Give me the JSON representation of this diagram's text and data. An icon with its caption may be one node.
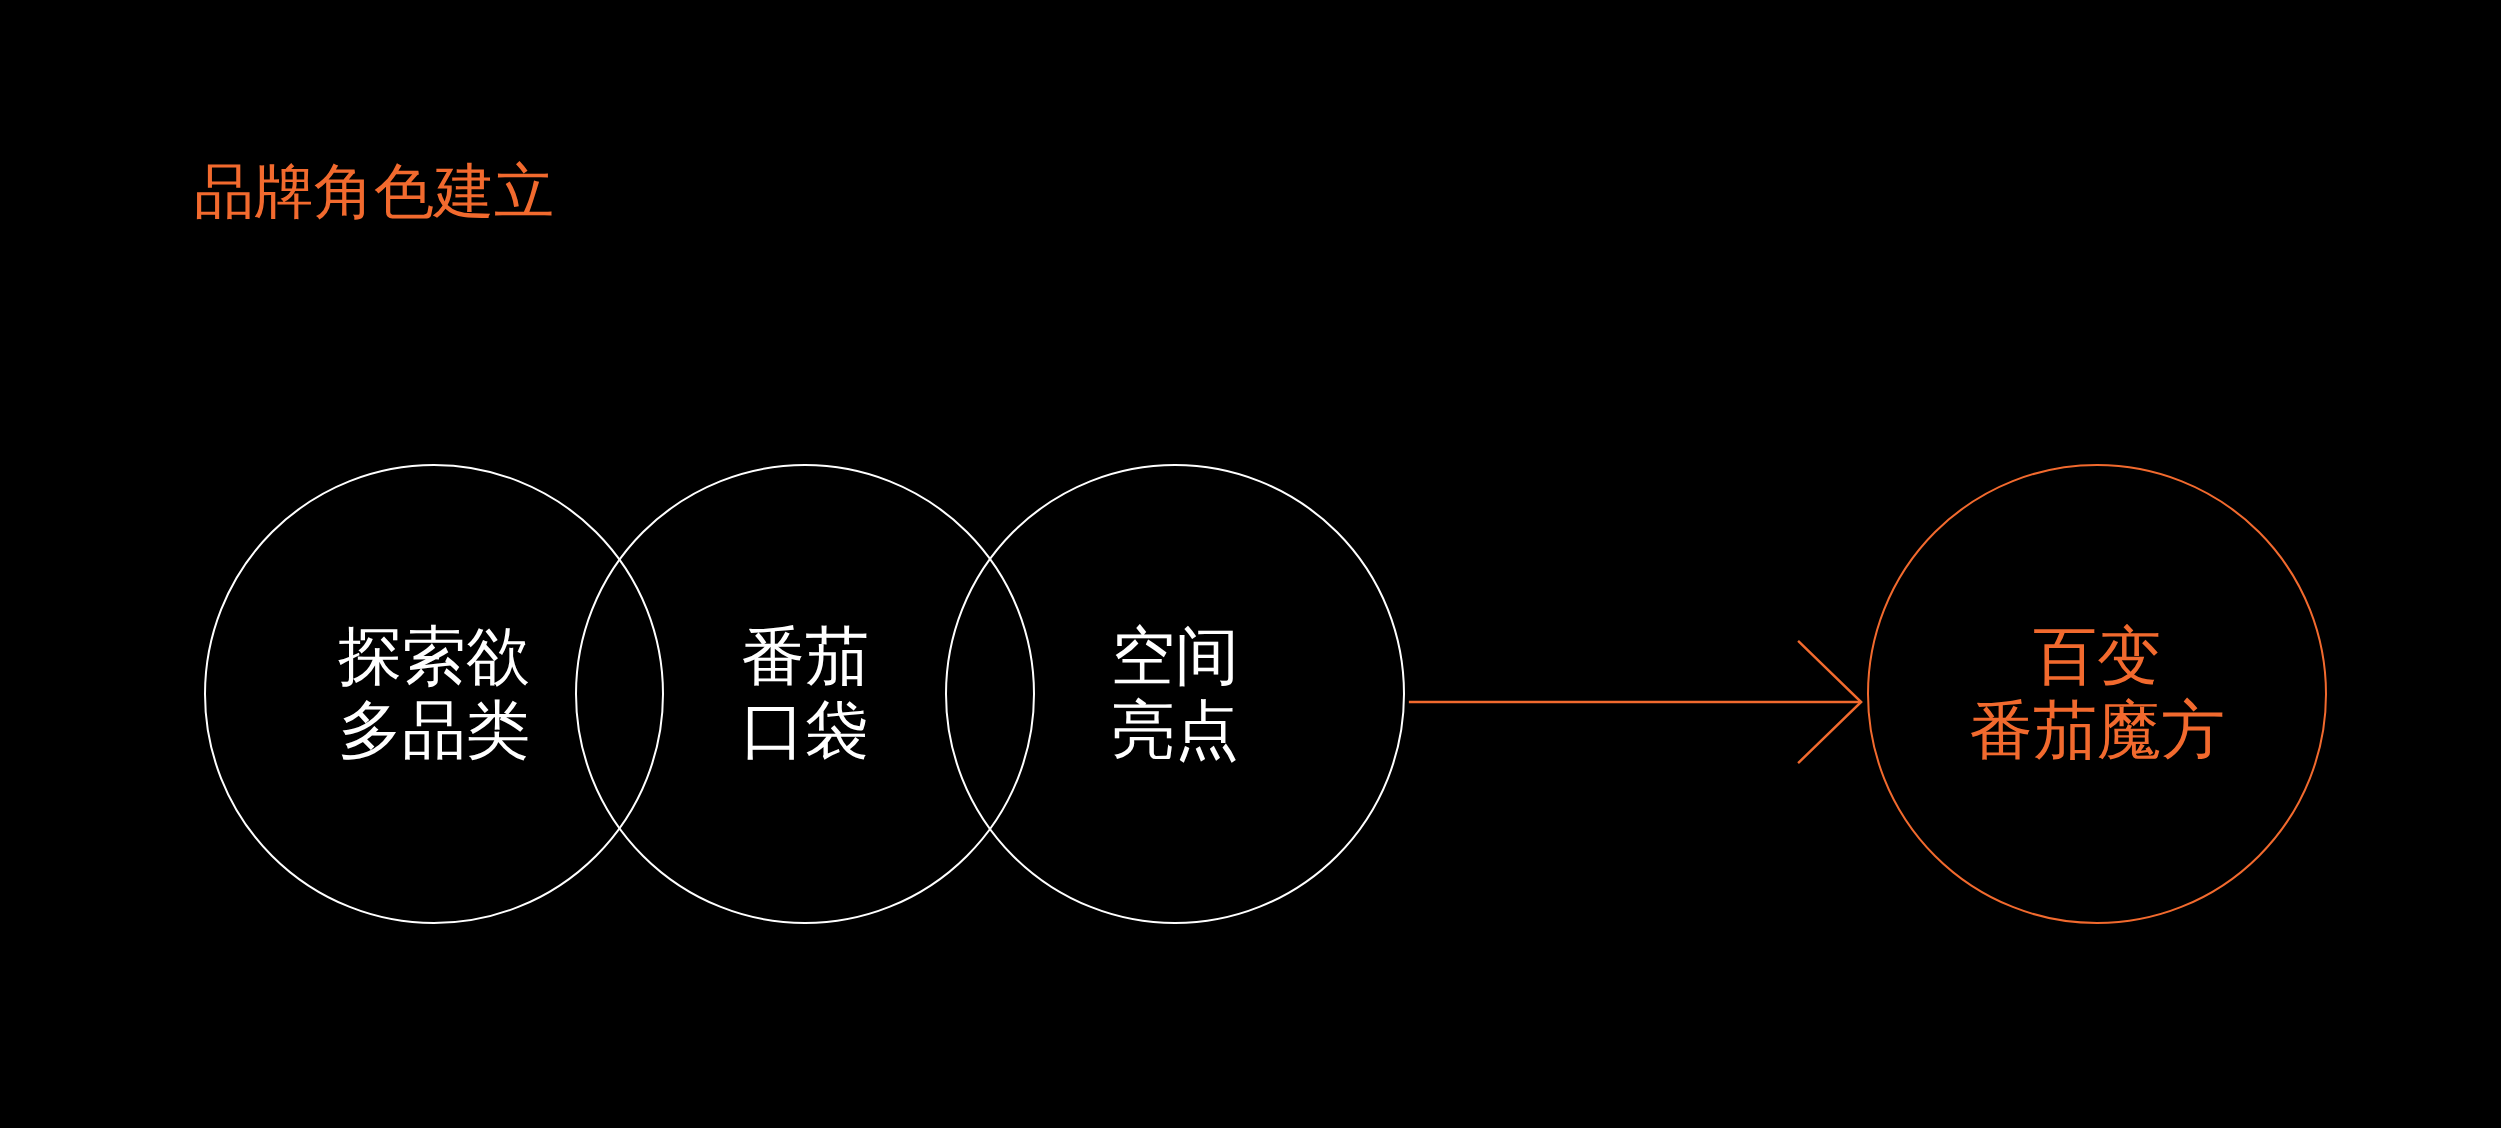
{
  "diagram": {
    "title": "品牌角色建立",
    "nodes": [
      {
        "text": [
          "探索欲多品类"
        ]
      },
      {
        "text": [
          "番茄口袋"
        ]
      },
      {
        "text": [
          "空间亮点"
        ]
      },
      {
        "text": [
          "百变",
          "番茄魔方"
        ]
      }
    ],
    "edges": [
      {
        "from": 2,
        "to": 3,
        "arrow": "to",
        "color": "#f26a2e"
      }
    ]
  }
}
